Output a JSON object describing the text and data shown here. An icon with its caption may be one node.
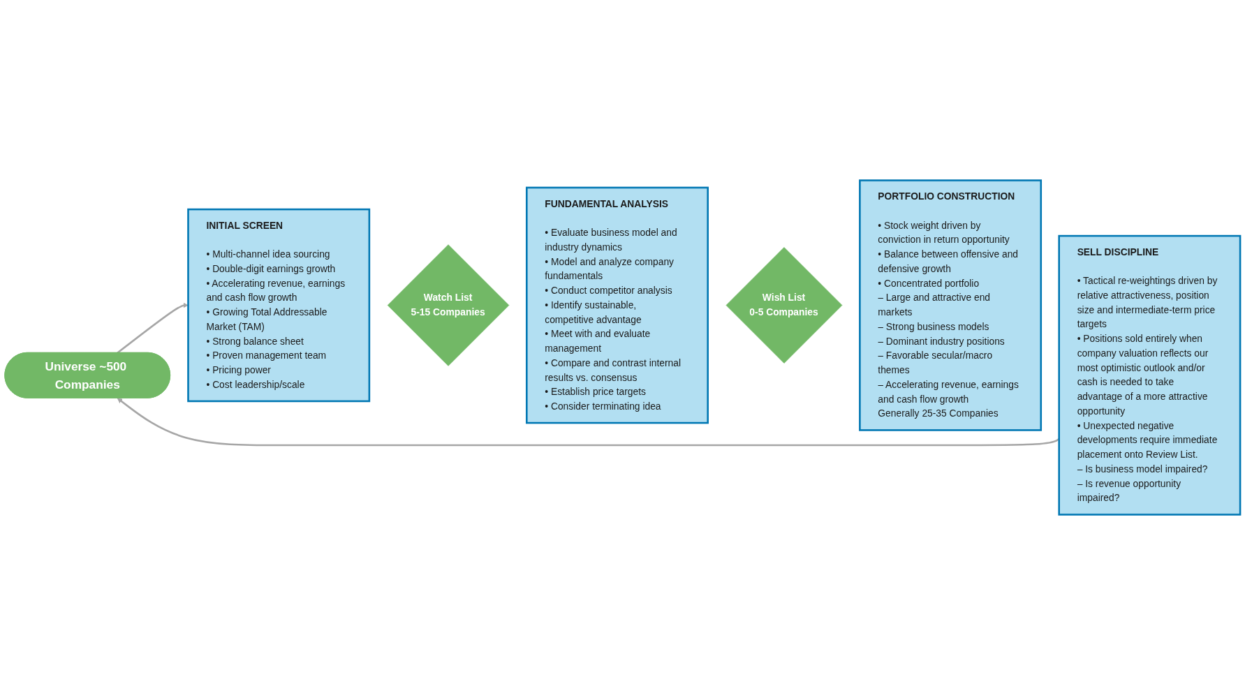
{
  "diagram": {
    "nodes": [
      {
        "text": [
          "Universe ~500 Companies"
        ]
      },
      {
        "text": [
          "INITIAL SCREEN",
          "• Multi-channel idea sourcing",
          "• Double-digit earnings growth",
          "• Accelerating revenue, earnings and cash flow growth",
          "• Growing Total Addressable Market (TAM)",
          "• Strong balance sheet",
          "• Proven management team",
          "• Pricing power",
          "• Cost leadership/scale"
        ]
      },
      {
        "text": [
          "Watch List",
          "5-15 Companies"
        ]
      },
      {
        "text": [
          "FUNDAMENTAL ANALYSIS",
          "• Evaluate business model and industry dynamics",
          "• Model and analyze company fundamentals",
          "• Conduct competitor analysis",
          "• Identify sustainable, competitive advantage",
          "• Meet with and evaluate management",
          "• Compare and contrast internal results vs. consensus",
          "• Establish price targets",
          "• Consider terminating idea"
        ]
      },
      {
        "text": [
          "Wish List",
          "0-5 Companies"
        ]
      },
      {
        "text": [
          "PORTFOLIO CONSTRUCTION",
          "• Stock weight driven by conviction in return opportunity",
          "• Balance between offensive and defensive growth",
          "• Concentrated portfolio",
          "– Large and attractive end markets",
          "– Strong business models",
          "– Dominant industry positions",
          "– Favorable secular/macro themes",
          "– Accelerating revenue, earnings and cash flow growth",
          "Generally 25-35 Companies"
        ]
      },
      {
        "text": [
          "SELL DISCIPLINE",
          "• Tactical re-weightings driven by relative attractiveness, position size and intermediate-term price targets",
          "• Positions sold entirely when company valuation reflects our most optimistic outlook and/or cash is needed to take advantage of a more attractive opportunity",
          "• Unexpected negative developments require immediate placement onto Review List.",
          "– Is business model impaired?",
          "– Is revenue opportunity impaired?"
        ]
      }
    ],
    "edges": [
      {
        "from": 0,
        "to": 1,
        "arrow": "to"
      },
      {
        "from": 6,
        "to": 0,
        "arrow": "to"
      }
    ]
  }
}
